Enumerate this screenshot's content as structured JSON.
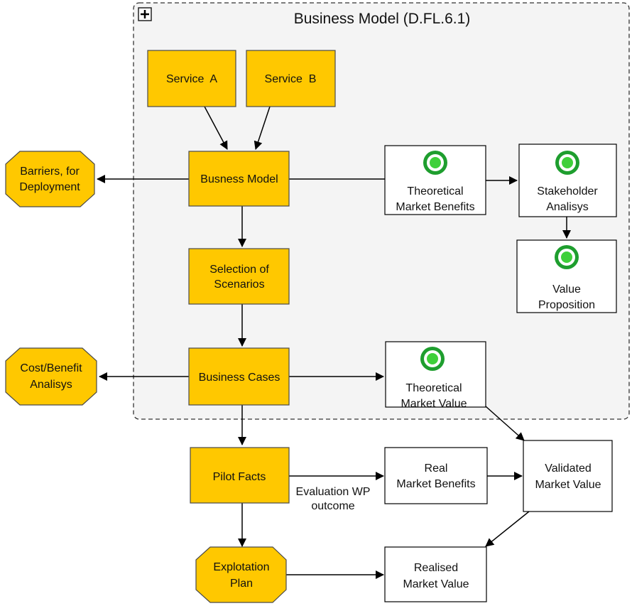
{
  "colors": {
    "process_fill": "#FFC800",
    "goal_ring": "#1E9E2E",
    "goal_center": "#3ED03A",
    "group_fill": "#F4F4F4"
  },
  "group": {
    "title": "Business Model (D.FL.6.1)",
    "expand_icon": "plus-box-icon"
  },
  "nodes": {
    "service_a": "Service  A",
    "service_b": "Service  B",
    "business_model": "Busness Model",
    "selection_line1": "Selection of",
    "selection_line2": "Scenarios",
    "business_cases": "Business Cases",
    "pilot_facts": "Pilot Facts",
    "barriers_line1": "Barriers, for",
    "barriers_line2": "Deployment",
    "costbenefit_line1": "Cost/Benefit",
    "costbenefit_line2": "Analisys",
    "exploitation_line1": "Explotation",
    "exploitation_line2": "Plan",
    "tmb_line1": "Theoretical",
    "tmb_line2": "Market Benefits",
    "stakeholder_line1": "Stakeholder",
    "stakeholder_line2": "Analisys",
    "value_line1": "Value",
    "value_line2": "Proposition",
    "tmv_line1": "Theoretical",
    "tmv_line2": "Market Value",
    "real_line1": "Real",
    "real_line2": "Market Benefits",
    "validated_line1": "Validated",
    "validated_line2": "Market Value",
    "realised_line1": "Realised",
    "realised_line2": "Market Value"
  },
  "edges": {
    "evaluation_line1": "Evaluation WP",
    "evaluation_line2": "outcome"
  }
}
